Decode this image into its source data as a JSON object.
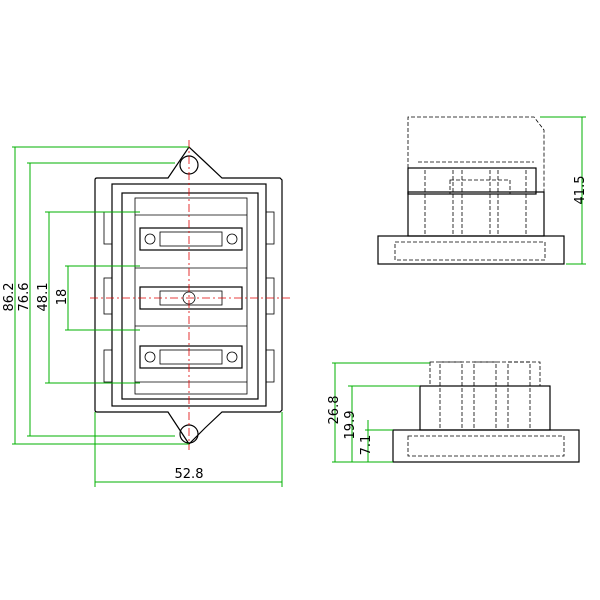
{
  "views": {
    "plan": {
      "dimensions": {
        "overall_height": "86.2",
        "inner_height": "76.6",
        "row_span": "48.1",
        "row_pitch": "18",
        "width": "52.8"
      }
    },
    "side": {
      "dimensions": {
        "height": "41.5"
      }
    },
    "front": {
      "dimensions": {
        "total": "26.8",
        "mid": "19.9",
        "base": "7.1"
      }
    }
  },
  "colors": {
    "outline": "#000000",
    "dimension": "#00b000",
    "centerline": "#e00000"
  }
}
